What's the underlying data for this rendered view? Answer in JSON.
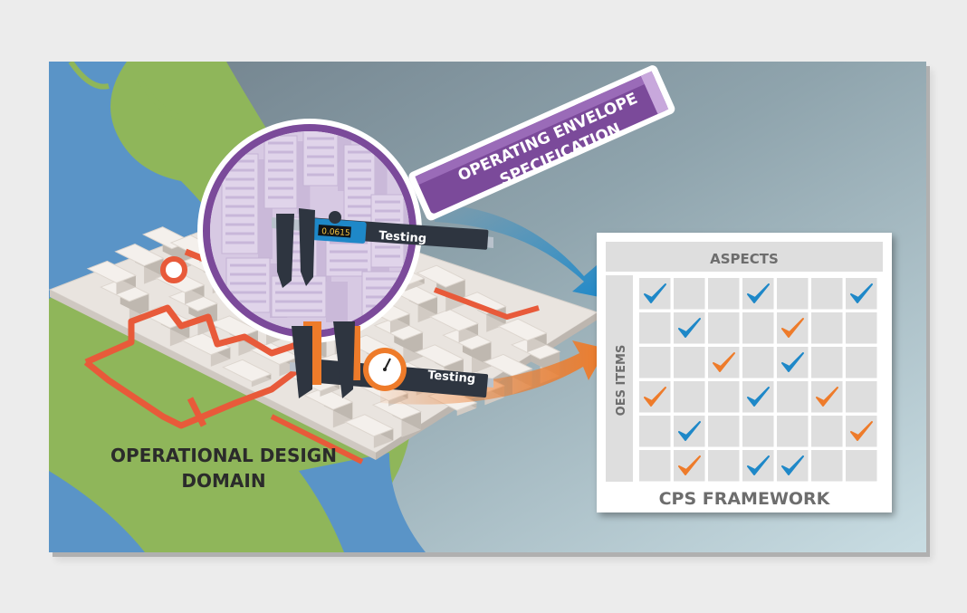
{
  "ode_label": [
    "OPERATIONAL DESIGN",
    "DOMAIN"
  ],
  "oes_label": [
    "OPERATING ENVELOPE",
    "SPECIFICATION"
  ],
  "caliper_top": {
    "readout": "0.0615",
    "label": "Testing"
  },
  "caliper_bottom": {
    "label": "Testing"
  },
  "matrix": {
    "header": "ASPECTS",
    "side_label": "OES ITEMS",
    "footer": "CPS FRAMEWORK",
    "check_colors": {
      "b": "#1e88c8",
      "o": "#ee7b2a"
    },
    "grid": [
      [
        "b",
        "",
        "",
        "b",
        "",
        "",
        "b"
      ],
      [
        "",
        "b",
        "",
        "",
        "o",
        "",
        ""
      ],
      [
        "",
        "",
        "o",
        "",
        "b",
        "",
        ""
      ],
      [
        "o",
        "",
        "",
        "b",
        "",
        "o",
        ""
      ],
      [
        "",
        "b",
        "",
        "",
        "",
        "",
        "o"
      ],
      [
        "",
        "o",
        "",
        "b",
        "b",
        "",
        ""
      ]
    ]
  },
  "colors": {
    "purple": "#7b4a9a",
    "blue_arrow": "#1e88c8",
    "orange_arrow": "#ee7b2a",
    "route": "#e85a3a",
    "land": "#8fb65a",
    "water": "#5a94c7"
  }
}
